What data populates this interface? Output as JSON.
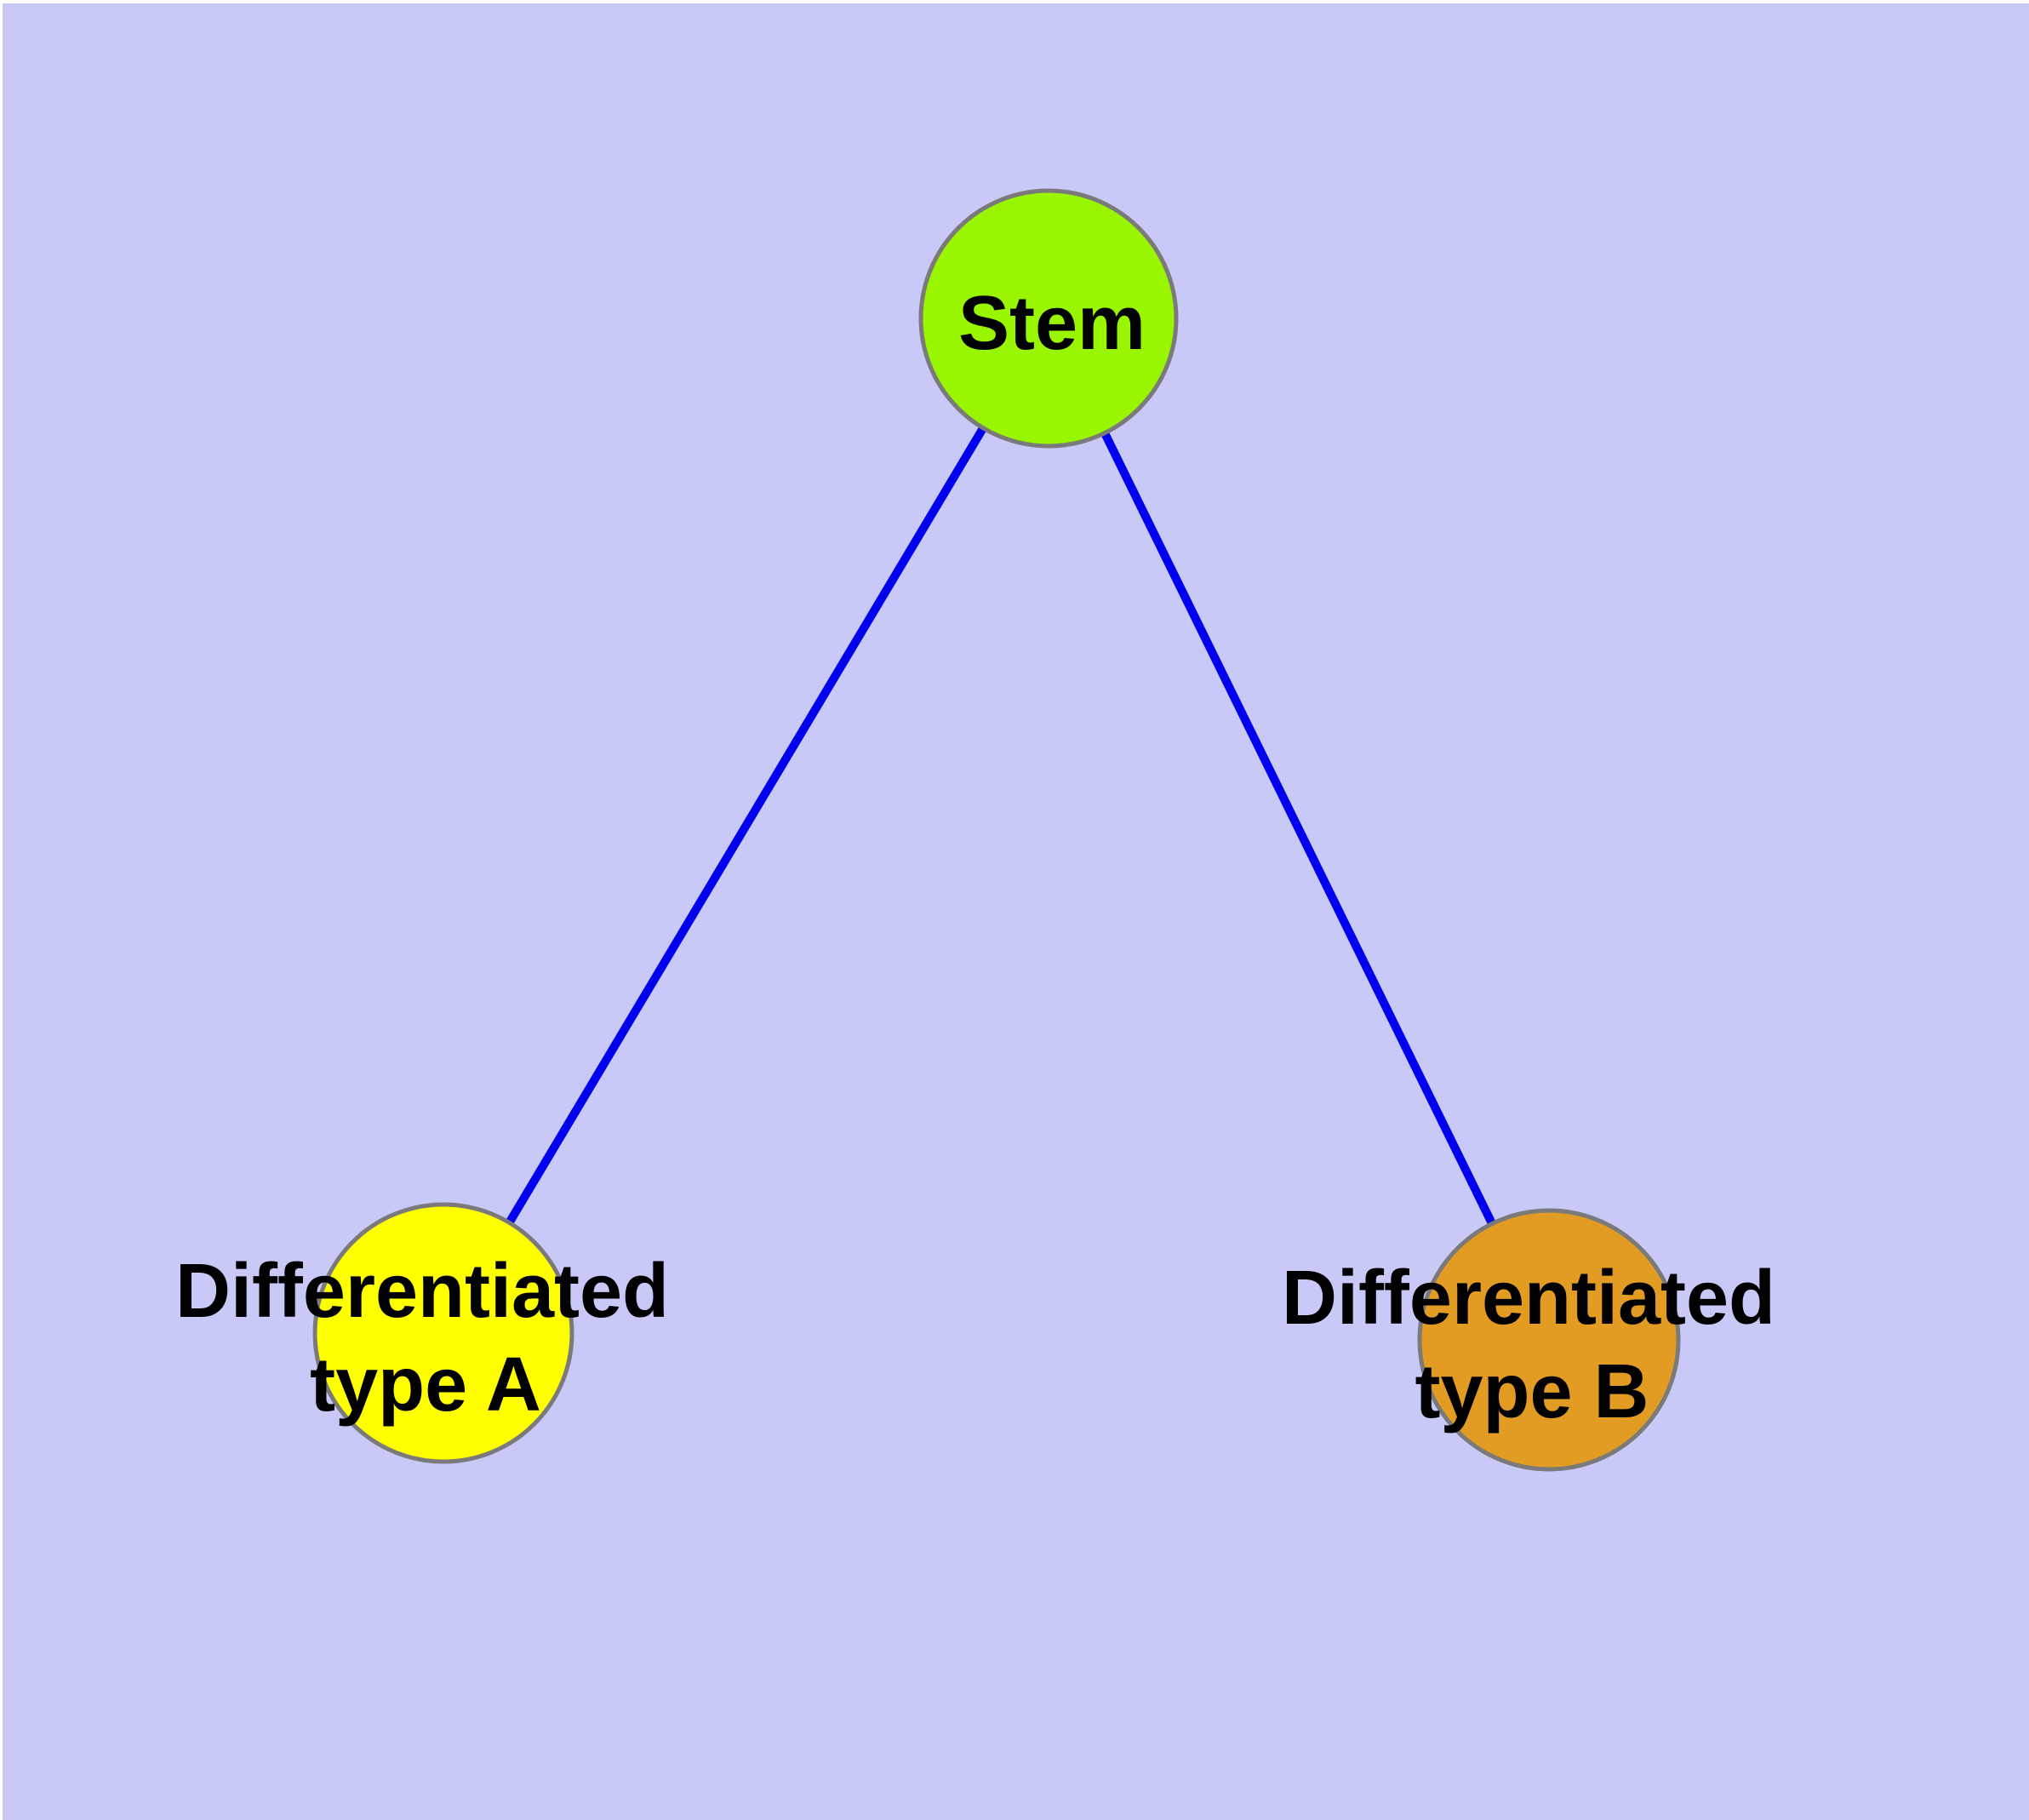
{
  "diagram": {
    "type": "graph",
    "title": "",
    "background_color": "#c9c9f8",
    "page_margin_color": "#ffffff",
    "edge_color": "#0000ee",
    "node_border_color": "#7a7a7a",
    "label_color": "#000000",
    "nodes": [
      {
        "id": "stem",
        "label": "Stem",
        "label_line1": "Stem",
        "label_line2": "",
        "color": "#9af501"
      },
      {
        "id": "diff-a",
        "label": "Differentiated type A",
        "label_line1": "Differentiated",
        "label_line2": "type A",
        "color": "#ffff00"
      },
      {
        "id": "diff-b",
        "label": "Differentiated type B",
        "label_line1": "Differentiated",
        "label_line2": "type B",
        "color": "#e39c23"
      }
    ],
    "edges": [
      {
        "from": "Stem",
        "to": "Differentiated type A"
      },
      {
        "from": "Stem",
        "to": "Differentiated type B"
      }
    ]
  }
}
